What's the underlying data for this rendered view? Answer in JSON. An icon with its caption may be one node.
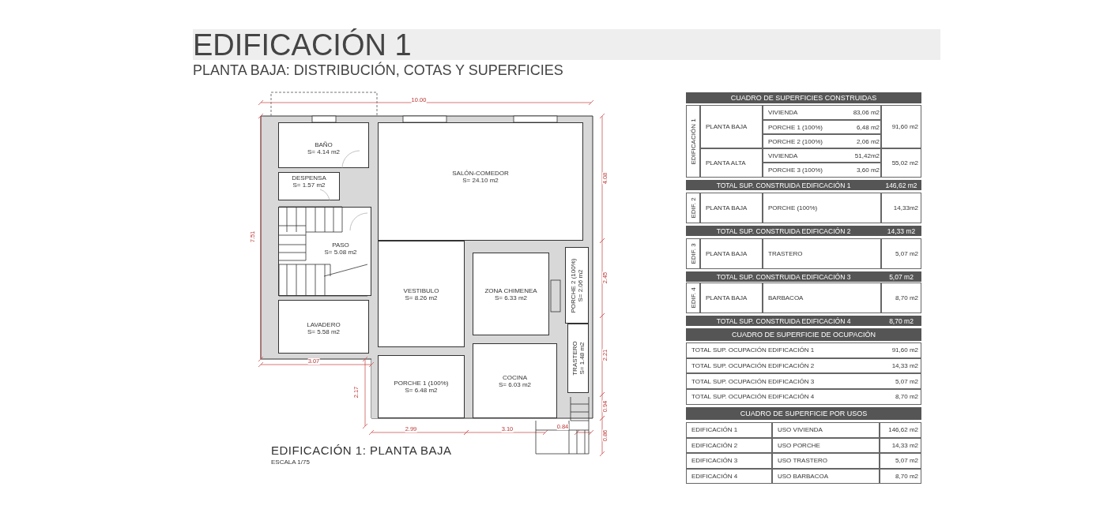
{
  "diagram": {
    "title": "EDIFICACIÓN 1",
    "nodes": [
      {
        "text": [
          "BAÑO",
          "S= 4.14 m2"
        ]
      },
      {
        "text": [
          "DESPENSA",
          "S= 1.57 m2"
        ]
      },
      {
        "text": [
          "PASO",
          "S= 5.08 m2"
        ]
      },
      {
        "text": [
          "LAVADERO",
          "S= 5.58 m2"
        ]
      },
      {
        "text": [
          "SALÓN-COMEDOR",
          "S= 24.10 m2"
        ]
      },
      {
        "text": [
          "VESTIBULO",
          "S= 8.26 m2"
        ]
      },
      {
        "text": [
          "ZONA CHIMENEA",
          "S= 6.33 m2"
        ]
      },
      {
        "text": [
          "PORCHE 2 (100%)",
          "S= 2.06 m2"
        ]
      },
      {
        "text": [
          "TRASTERO",
          "S= 1.48 m2"
        ]
      },
      {
        "text": [
          "PORCHE 1 (100%)",
          "S= 6.48 m2"
        ]
      },
      {
        "text": [
          "COCINA",
          "S= 6.03 m2"
        ]
      }
    ],
    "labels": [
      "PLANTA BAJA: DISTRIBUCIÓN, COTAS Y SUPERFICIES",
      "10.00",
      "7.51",
      "4.08",
      "2.45",
      "2.21",
      "0.94",
      "0.86",
      "3.07",
      "2.17",
      "2.99",
      "3.10",
      "0.84",
      "EDIFICACIÓN 1: PLANTA BAJA",
      "ESCALA 1/75",
      "CUADRO DE SUPERFICIES CONSTRUIDAS",
      "EDIFICACIÓN 1",
      "PLANTA BAJA",
      "VIVIENDA",
      "83,06 m2",
      "PORCHE 1 (100%)",
      "6,48 m2",
      "91,60 m2",
      "PORCHE 2 (100%)",
      "2,06 m2",
      "PLANTA ALTA",
      "VIVIENDA",
      "51,42m2",
      "55,02 m2",
      "PORCHE 3 (100%)",
      "3,60 m2",
      "TOTAL SUP. CONSTRUIDA EDIFICACIÓN 1",
      "146,62 m2",
      "EDIF. 2",
      "PLANTA BAJA",
      "PORCHE (100%)",
      "14,33m2",
      "TOTAL SUP. CONSTRUIDA EDIFICACIÓN 2",
      "14,33 m2",
      "EDIF. 3",
      "PLANTA BAJA",
      "TRASTERO",
      "5,07 m2",
      "TOTAL SUP. CONSTRUIDA EDIFICACIÓN 3",
      "5,07 m2",
      "EDIF. 4",
      "PLANTA BAJA",
      "BARBACOA",
      "8,70 m2",
      "TOTAL SUP. CONSTRUIDA EDIFICACIÓN 4",
      "8,70 m2",
      "CUADRO DE SUPERFICIE DE OCUPACIÓN",
      "TOTAL SUP. OCUPACIÓN EDIFICACIÓN 1",
      "91,60 m2",
      "TOTAL SUP. OCUPACIÓN EDIFICACIÓN 2",
      "14,33 m2",
      "TOTAL SUP. OCUPACIÓN EDIFICACIÓN 3",
      "5,07 m2",
      "TOTAL SUP. OCUPACIÓN EDIFICACIÓN 4",
      "8,70 m2",
      "CUADRO DE SUPERFICIE POR USOS",
      "EDIFICACIÓN 1",
      "USO VIVIENDA",
      "146,62 m2",
      "EDIFICACIÓN 2",
      "USO PORCHE",
      "14,33 m2",
      "EDIFICACIÓN 3",
      "USO TRASTERO",
      "5,07 m2",
      "EDIFICACIÓN 4",
      "USO BARBACOA",
      "8,70 m2"
    ]
  }
}
